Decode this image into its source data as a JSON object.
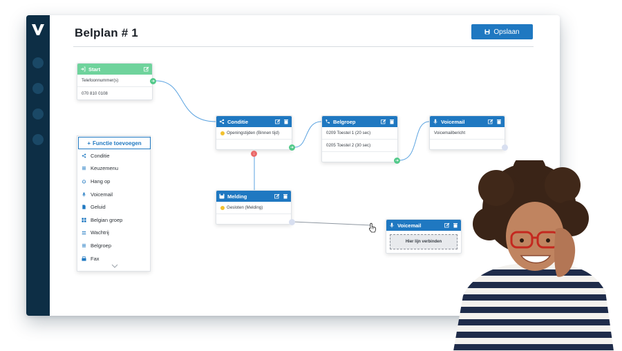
{
  "app": {
    "page_title": "Belplan # 1",
    "save_label": "Opslaan",
    "brand_color": "#1f78c1",
    "sidebar_color": "#0d2e45"
  },
  "nodes": {
    "start": {
      "title": "Start",
      "rows": [
        "Telefoonnummer(s)",
        "070 810 0108"
      ]
    },
    "conditie": {
      "title": "Conditie",
      "rows": [
        "Openingstijden (Binnen tijd)"
      ]
    },
    "belgroep": {
      "title": "Belgroep",
      "rows": [
        "0209 Toestel 1 (20 sec)",
        "0205 Toestel 2 (30 sec)"
      ]
    },
    "voicemail_top": {
      "title": "Voicemail",
      "rows": [
        "Voicemailbericht"
      ]
    },
    "melding": {
      "title": "Melding",
      "rows": [
        "Gesloten (Melding)"
      ]
    },
    "voicemail_bottom": {
      "title": "Voicemail",
      "connect_label": "Hier lijn verbinden"
    }
  },
  "functions": {
    "add_label": "Functie toevoegen",
    "items": [
      {
        "label": "Conditie",
        "icon": "share-icon"
      },
      {
        "label": "Keuzemenu",
        "icon": "menu-icon"
      },
      {
        "label": "Hang op",
        "icon": "power-icon"
      },
      {
        "label": "Voicemail",
        "icon": "microphone-icon"
      },
      {
        "label": "Geluid",
        "icon": "file-icon"
      },
      {
        "label": "Belgian groep",
        "icon": "grid-icon"
      },
      {
        "label": "Wachtrij",
        "icon": "users-icon"
      },
      {
        "label": "Belgroep",
        "icon": "menu-icon"
      },
      {
        "label": "Fax",
        "icon": "fax-icon"
      }
    ]
  }
}
